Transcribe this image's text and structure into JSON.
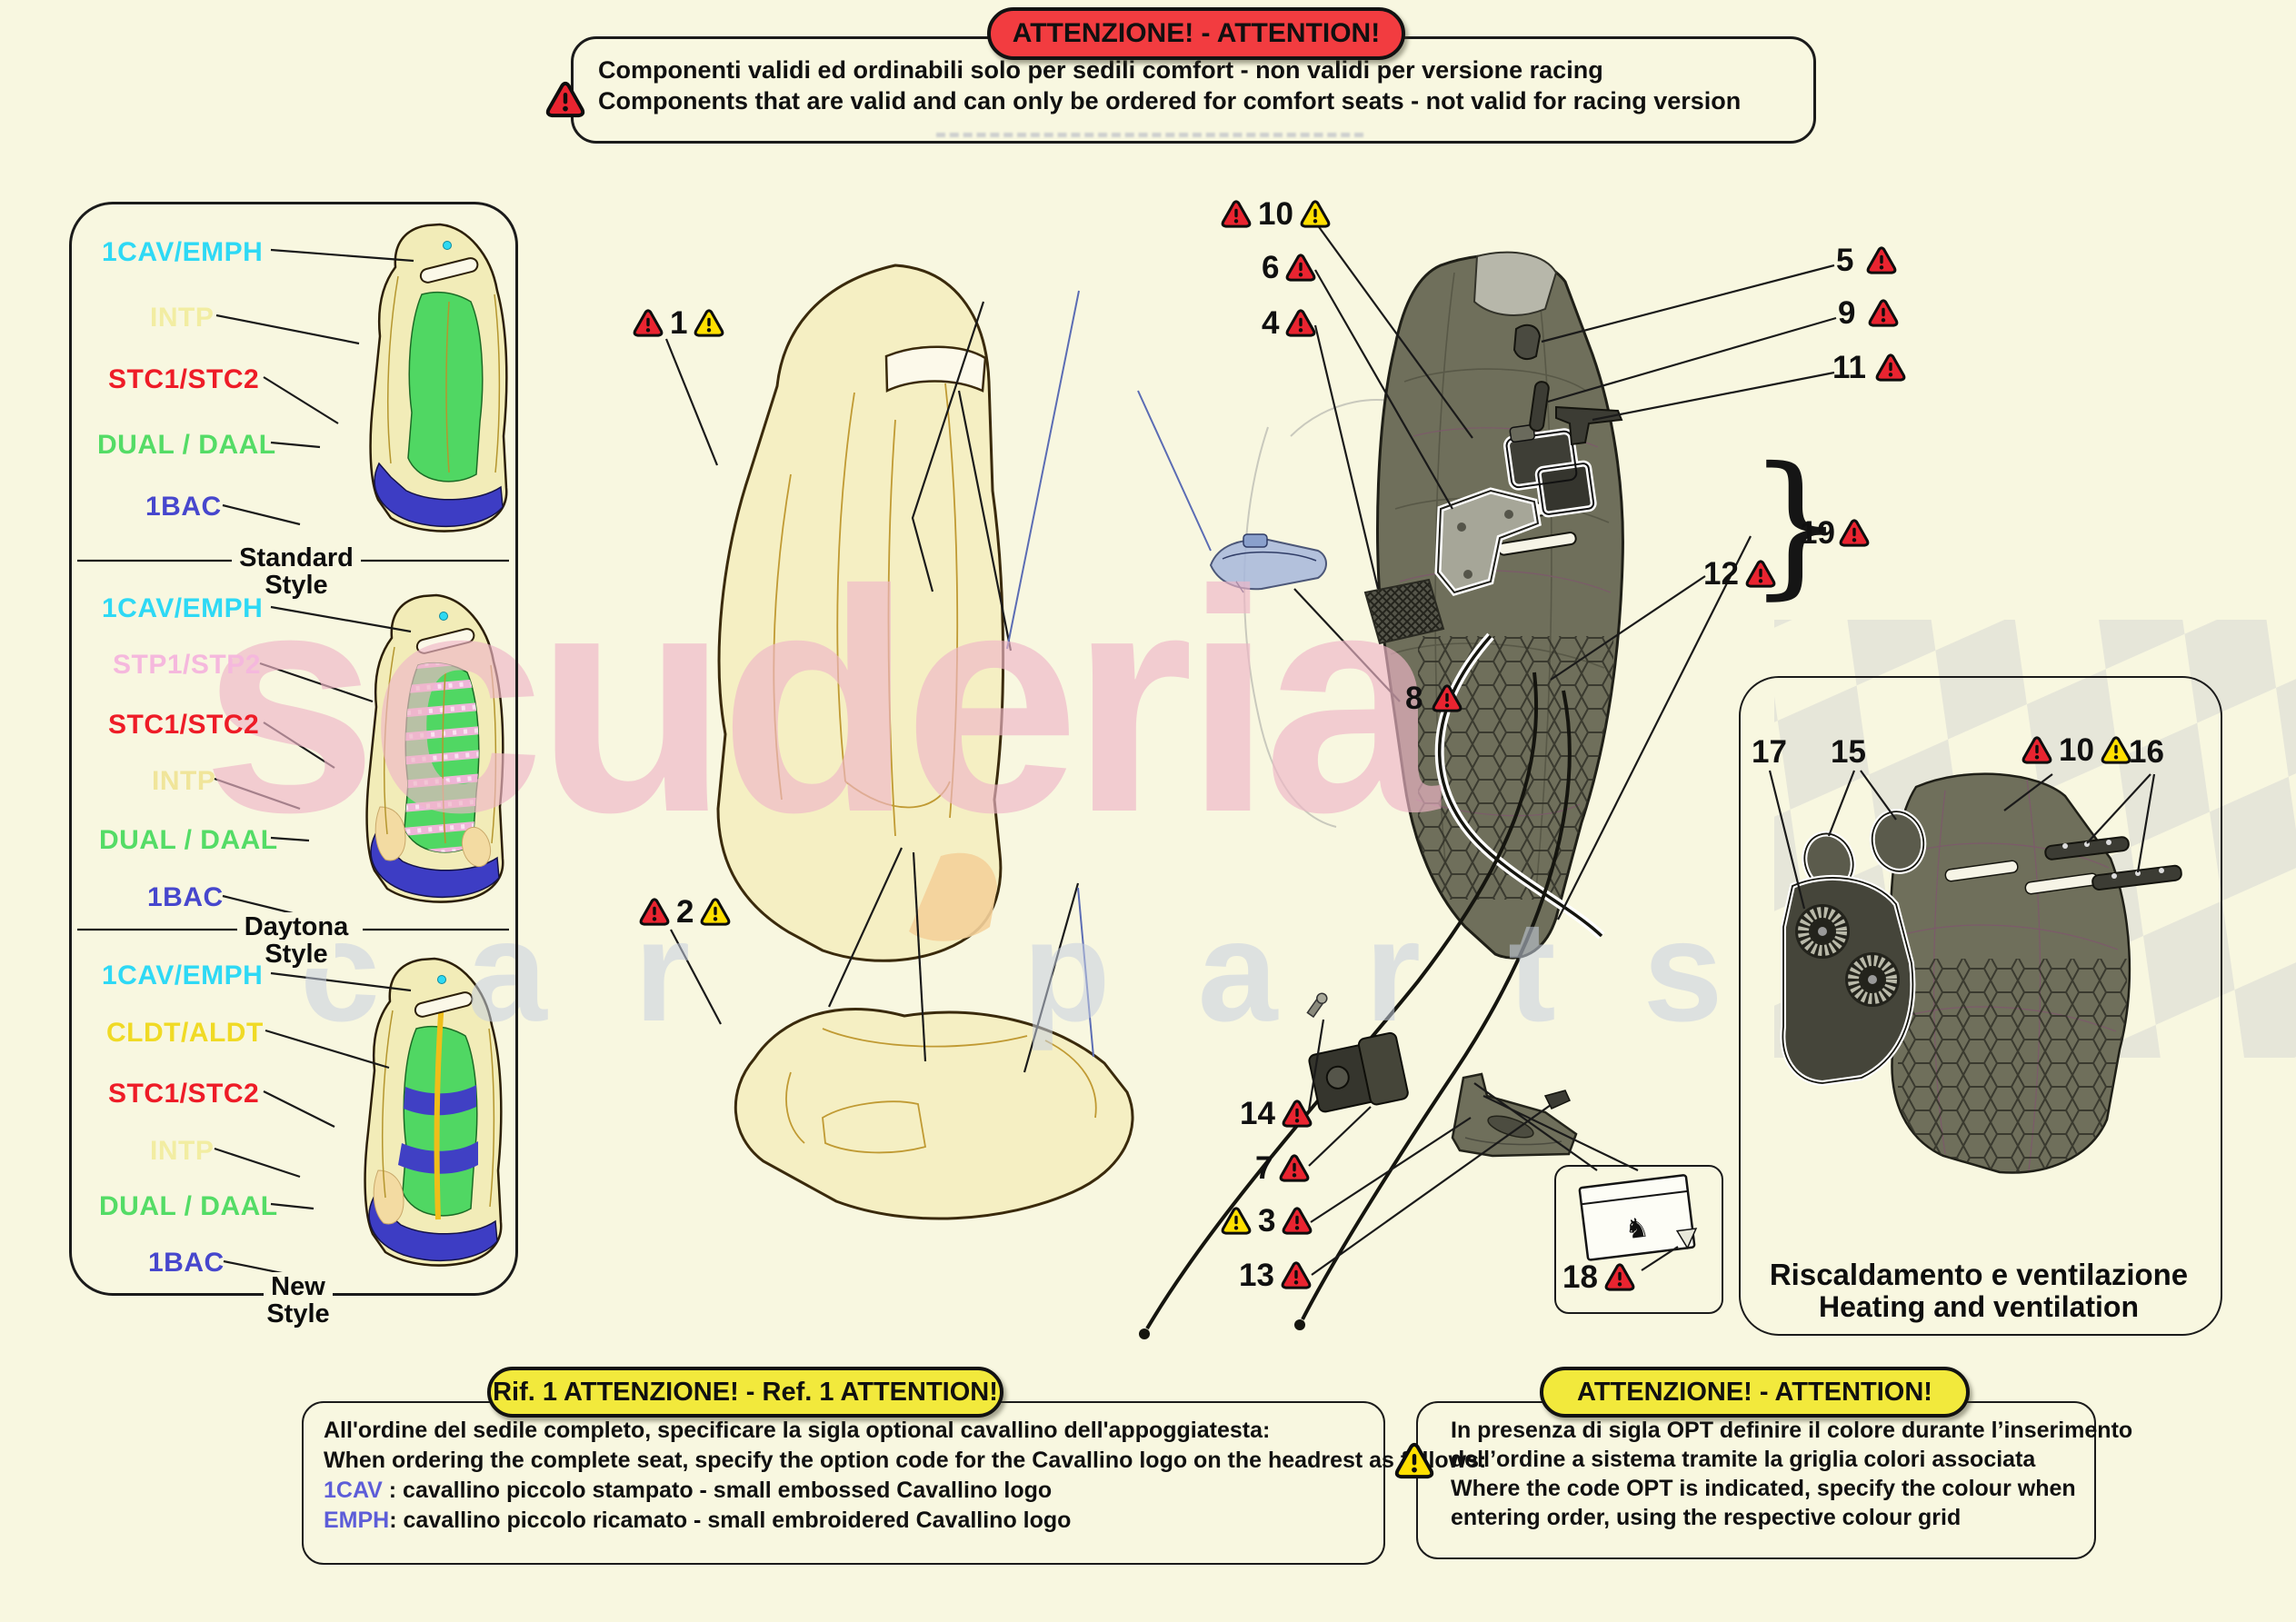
{
  "top_attention": {
    "pill": "ATTENZIONE! - ATTENTION!",
    "line_it": "Componenti validi ed ordinabili solo per sedili comfort - non validi per versione  racing",
    "line_en": "Components that are valid and can only be ordered for comfort seats - not valid for racing version"
  },
  "styles_panel": {
    "sections": [
      {
        "title1": "Standard",
        "title2": "Style",
        "labels": [
          {
            "text": "1CAV/EMPH",
            "color": "#2ed9f5"
          },
          {
            "text": "INTP",
            "color": "#f2eda2"
          },
          {
            "text": "STC1/STC2",
            "color": "#ee1c27"
          },
          {
            "text": "DUAL / DAAL",
            "color": "#54dc66"
          },
          {
            "text": "1BAC",
            "color": "#4747cd"
          }
        ]
      },
      {
        "title1": "Daytona",
        "title2": "Style",
        "labels": [
          {
            "text": "1CAV/EMPH",
            "color": "#2ed9f5"
          },
          {
            "text": "STP1/STP2",
            "color": "#f5b8dd"
          },
          {
            "text": "STC1/STC2",
            "color": "#ee1c27"
          },
          {
            "text": "INTP",
            "color": "#f0e59a"
          },
          {
            "text": "DUAL / DAAL",
            "color": "#54dc66"
          },
          {
            "text": "1BAC",
            "color": "#4747cd"
          }
        ]
      },
      {
        "title1": "New",
        "title2": "Style",
        "labels": [
          {
            "text": "1CAV/EMPH",
            "color": "#2ed9f5"
          },
          {
            "text": "CLDT/ALDT",
            "color": "#f0da25"
          },
          {
            "text": "STC1/STC2",
            "color": "#ee1c27"
          },
          {
            "text": "INTP",
            "color": "#f2eda2"
          },
          {
            "text": "DUAL / DAAL",
            "color": "#54dc66"
          },
          {
            "text": "1BAC",
            "color": "#4747cd"
          }
        ]
      }
    ]
  },
  "callouts": {
    "c1": "1",
    "c2": "2",
    "c3": "3",
    "c4": "4",
    "c5": "5",
    "c6": "6",
    "c7": "7",
    "c8": "8",
    "c9": "9",
    "c10_top": "10",
    "c11": "11",
    "c12": "12",
    "c13": "13",
    "c14": "14",
    "c18": "18",
    "c19": "19",
    "brace": "}",
    "p17": "17",
    "p15": "15",
    "p10": "10",
    "p16": "16"
  },
  "heating_panel": {
    "title_it": "Riscaldamento e ventilazione",
    "title_en": "Heating and ventilation"
  },
  "ref_box": {
    "pill": "Rif. 1 ATTENZIONE! - Ref. 1 ATTENTION!",
    "line1": "All'ordine del sedile completo, specificare la sigla optional cavallino dell'appoggiatesta:",
    "line2": "When ordering the complete seat, specify the option code for the Cavallino logo on the headrest as follows:",
    "code1": "1CAV",
    "desc1": " : cavallino piccolo stampato - small embossed Cavallino logo",
    "code2": "EMPH",
    "desc2": ": cavallino piccolo ricamato - small embroidered Cavallino logo",
    "code_color": "#5d5dd8"
  },
  "opt_box": {
    "pill": "ATTENZIONE! - ATTENTION!",
    "line1": "In presenza di sigla OPT definire il colore durante l’inserimento",
    "line2": "dell’ordine a sistema tramite la griglia colori associata",
    "line3": "Where the code OPT is indicated, specify the colour when",
    "line4": "entering order, using the respective colour grid"
  },
  "watermark": {
    "brand": "scuderia",
    "sub": "car parts"
  },
  "colors": {
    "page_bg": "#f8f7e0",
    "warning_red": "#e92430",
    "warning_yellow": "#ffdf00",
    "pill_red": "#f23c40",
    "pill_yellow": "#f2e93c",
    "seat_cream": "#f2ecb8",
    "seat_green": "#50d763",
    "seat_blue": "#3d3dc4",
    "frame_olive": "#6f6f5b",
    "watermark_pink": "#eeb6c7"
  }
}
